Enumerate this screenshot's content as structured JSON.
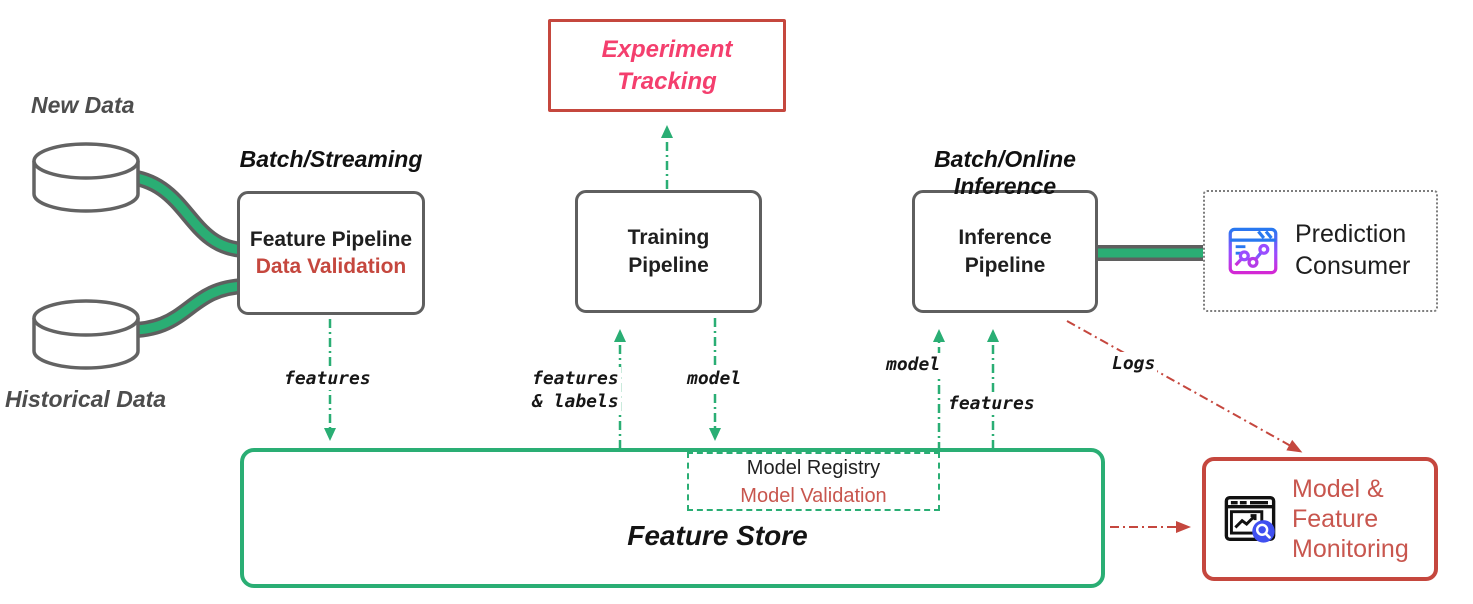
{
  "colors": {
    "green": "#2aae74",
    "red": "#c5473e",
    "red_soft": "#c8564e",
    "pink": "#f43f6e",
    "ink": "#1f1f1f",
    "gray": "#5f5f5f",
    "gray_text": "#4d4d4d",
    "icon_blue": "#2878f0",
    "icon_purple": "#9a4dff",
    "icon_magenta": "#d428d4",
    "monitor_blue": "#4050f0"
  },
  "labels": {
    "new_data": "New Data",
    "historical_data": "Historical Data",
    "batch_streaming": "Batch/Streaming",
    "batch_online_inference": "Batch/Online Inference"
  },
  "boxes": {
    "feature_pipeline": {
      "title": "Feature Pipeline",
      "subtitle": "Data Validation"
    },
    "experiment_tracking": {
      "label": "Experiment Tracking"
    },
    "training_pipeline": {
      "label": "Training Pipeline"
    },
    "inference_pipeline": {
      "label": "Inference Pipeline"
    },
    "prediction_consumer": {
      "label": "Prediction Consumer",
      "icon": "chart-window-icon"
    },
    "feature_store": {
      "label": "Feature Store"
    },
    "model_registry": {
      "title": "Model Registry",
      "subtitle": "Model Validation"
    },
    "monitoring": {
      "label": "Model & Feature Monitoring",
      "icon": "monitor-search-icon"
    }
  },
  "edge_labels": {
    "features_from_feature_pipeline": "features",
    "features_labels_line1": "features",
    "features_labels_line2": "& labels",
    "model_to_registry": "model",
    "model_to_inference": "model",
    "features_to_inference": "features",
    "logs": "Logs"
  }
}
